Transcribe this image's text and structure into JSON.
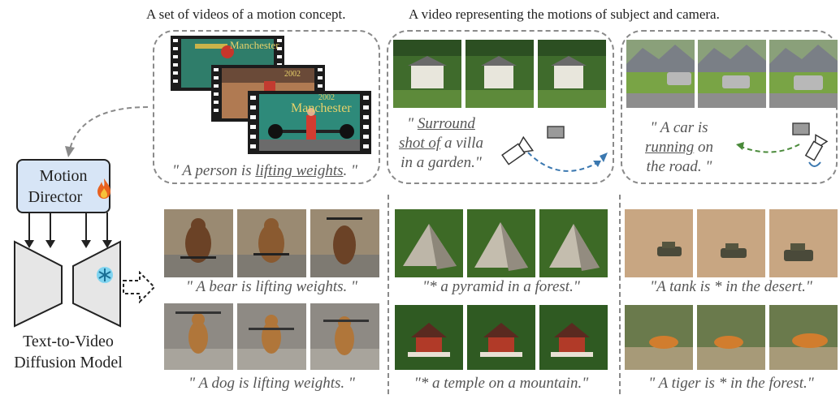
{
  "headers": {
    "motion_concept": "A set of videos of a motion concept.",
    "subject_camera": "A video representing the motions of subject and camera."
  },
  "model": {
    "director_line1": "Motion",
    "director_line2": "Director",
    "model_line1": "Text-to-Video",
    "model_line2": "Diffusion Model",
    "fire_icon": "fire-icon",
    "snowflake_icon": "snowflake-icon"
  },
  "top_captions": {
    "weights_prefix": "\" A person is ",
    "weights_underlined": "lifting weights",
    "weights_suffix": ". \"",
    "villa_line1_prefix": "\" ",
    "villa_line1_underlined": "Surround",
    "villa_line2_underlined": "shot of",
    "villa_line2_suffix": " a villa",
    "villa_line3": "in a garden.\"",
    "car_line1": "\" A car is",
    "car_line2_underlined": "running",
    "car_line2_suffix": " on",
    "car_line3": "the road. \""
  },
  "bottom_captions": {
    "bear": "\" A bear is lifting weights. \"",
    "dog": "\" A dog is lifting weights. \"",
    "pyramid": "\"* a pyramid in a forest.\"",
    "temple": "\"* a temple on a mountain.\"",
    "tank": "\"A tank is * in the desert.\"",
    "tiger": "\" A tiger is * in the forest.\""
  },
  "film_text": {
    "brand": "Manchester",
    "year": "2002"
  },
  "colors": {
    "director_fill": "#d7e5f6",
    "camera_arc_blue": "#3b78b0",
    "camera_arc_green": "#4a8a3a",
    "dashed_border": "#8a8a8a",
    "caption_gray": "#555555"
  }
}
